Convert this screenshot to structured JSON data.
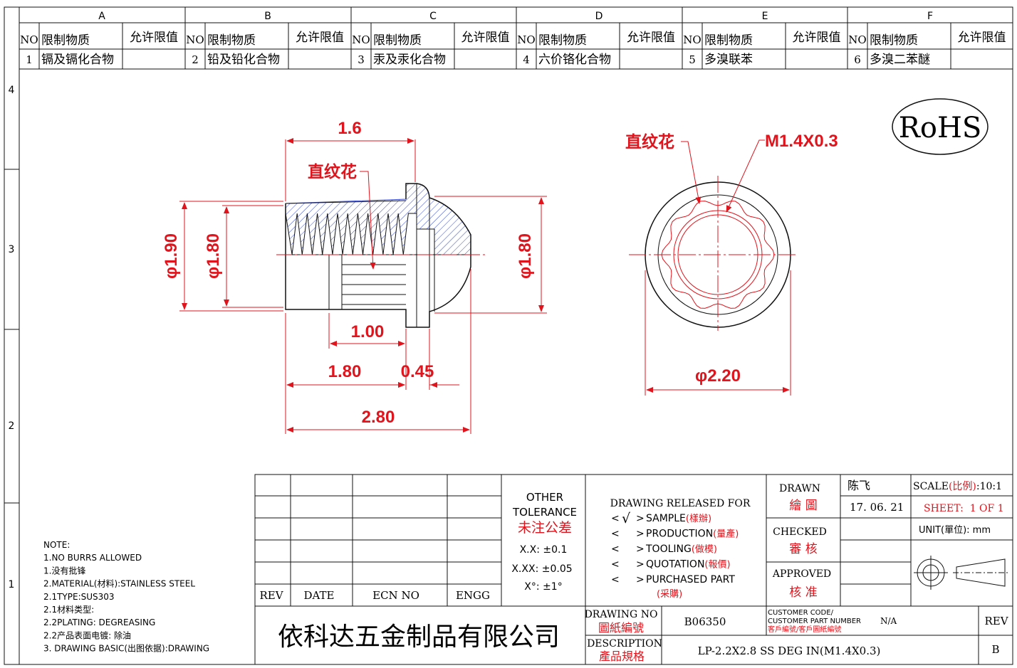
{
  "zones": {
    "columns": [
      "A",
      "B",
      "C",
      "D",
      "E",
      "F"
    ],
    "rows": [
      "4",
      "3",
      "2",
      "1"
    ]
  },
  "substances": {
    "header_no": "NO",
    "header_substance": "限制物质",
    "header_limit": "允许限值",
    "items": [
      {
        "no": "1",
        "name": "镉及镉化合物",
        "limit": ""
      },
      {
        "no": "2",
        "name": "铅及铅化合物",
        "limit": ""
      },
      {
        "no": "3",
        "name": "汞及汞化合物",
        "limit": ""
      },
      {
        "no": "4",
        "name": "六价铬化合物",
        "limit": ""
      },
      {
        "no": "5",
        "name": "多溴联苯",
        "limit": ""
      },
      {
        "no": "6",
        "name": "多溴二苯醚",
        "limit": ""
      }
    ]
  },
  "rohs": "RoHS",
  "drawing": {
    "side_view": {
      "knurl_label": "直纹花",
      "dims": {
        "top_len": "1.6",
        "d_outer": "φ1.90",
        "d_inner": "φ1.80",
        "d_right": "φ1.80",
        "knurl_len": "1.00",
        "body_len": "1.80",
        "flange_len": "0.45",
        "total_len": "2.80"
      }
    },
    "end_view": {
      "knurl_label": "直纹花",
      "thread_label": "M1.4X0.3",
      "dia": "φ2.20"
    }
  },
  "notes": [
    "NOTE:",
    "1.NO BURRS ALLOWED",
    "1.没有批锋",
    "2.MATERIAL(材料):STAINLESS STEEL",
    "2.1TYPE:SUS303",
    "2.1材料类型:",
    "2.2PLATING: DEGREASING",
    "2.2产品表面电镀: 除油",
    "3. DRAWING BASIC(出图依据):DRAWING"
  ],
  "revision_table": {
    "headers": [
      "REV",
      "DATE",
      "ECN NO",
      "ENGG"
    ]
  },
  "tolerance": {
    "title1": "OTHER",
    "title2": "TOLERANCE",
    "title_cn": "未注公差",
    "lines": [
      "X.X: ±0.1",
      "X.XX: ±0.05",
      "X°: ±1°"
    ]
  },
  "release": {
    "title": "DRAWING RELEASED FOR",
    "items": [
      {
        "mark": "√",
        "en": "SAMPLE",
        "cn": "(樣辦)"
      },
      {
        "mark": "",
        "en": "PRODUCTION",
        "cn": "(量產)"
      },
      {
        "mark": "",
        "en": "TOOLING",
        "cn": "(做模)"
      },
      {
        "mark": "",
        "en": "QUOTATION",
        "cn": "(報價)"
      },
      {
        "mark": "",
        "en": "PURCHASED PART",
        "cn": "(采購)"
      }
    ]
  },
  "signoff": {
    "drawn_en": "DRAWN",
    "drawn_cn": "繪 圖",
    "drawn_by": "陈飞",
    "drawn_date": "17. 06. 21",
    "checked_en": "CHECKED",
    "checked_cn": "審 核",
    "approved_en": "APPROVED",
    "approved_cn": "核 准",
    "scale_label": "SCALE",
    "scale_cn": "(比例)",
    "scale_value": ":10:1",
    "sheet": "SHEET:  1 OF 1",
    "unit": "UNIT(單位): mm"
  },
  "company": "依科达五金制品有限公司",
  "drawing_no": {
    "label_en": "DRAWING NO",
    "label_cn": "圖紙編號",
    "value": "B06350"
  },
  "customer": {
    "label1": "CUSTOMER CODE/",
    "label2": "CUSTOMER PART NUMBER",
    "label_cn": "客戶編號/客戶圖紙編號",
    "value": "N/A"
  },
  "rev": {
    "label": "REV",
    "value": "B"
  },
  "description": {
    "label_en": "DESCRIPTION",
    "label_cn": "產品規格",
    "value": "LP-2.2X2.8 SS DEG IN(M1.4X0.3)"
  }
}
